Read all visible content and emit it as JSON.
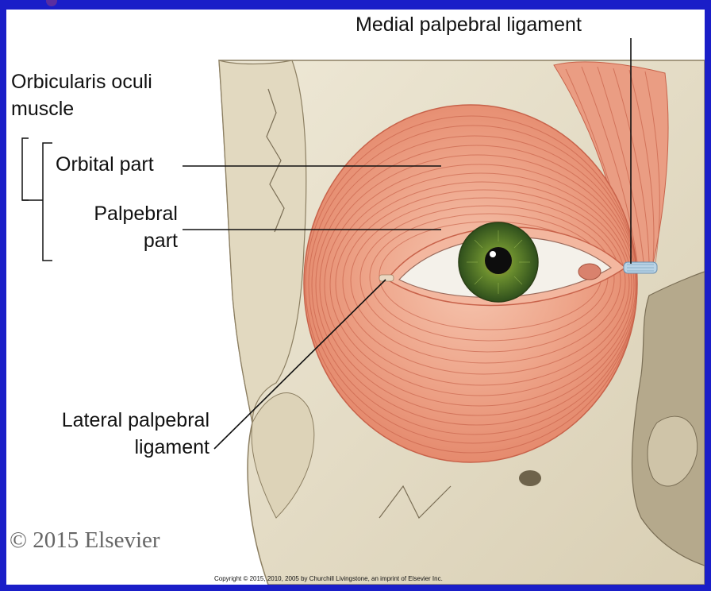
{
  "labels": {
    "medial_palpebral_ligament": "Medial palpebral ligament",
    "orbicularis_line1": "Orbicularis oculi",
    "orbicularis_line2": "muscle",
    "orbital_part": "Orbital part",
    "palpebral_line1": "Palpebral",
    "palpebral_line2": "part",
    "lateral_line1": "Lateral palpebral",
    "lateral_line2": "ligament"
  },
  "copyright": {
    "large": "© 2015 Elsevier",
    "small": "Copyright © 2015, 2010, 2005 by Churchill Livingstone, an imprint of Elsevier Inc."
  },
  "colors": {
    "slide_background": "#1a1ec8",
    "bone": "#e6dfc9",
    "muscle": "#e9967a",
    "muscle_fiber": "#c8624a",
    "iris": "#4f7a2c",
    "ligament": "#b9d3e6"
  }
}
